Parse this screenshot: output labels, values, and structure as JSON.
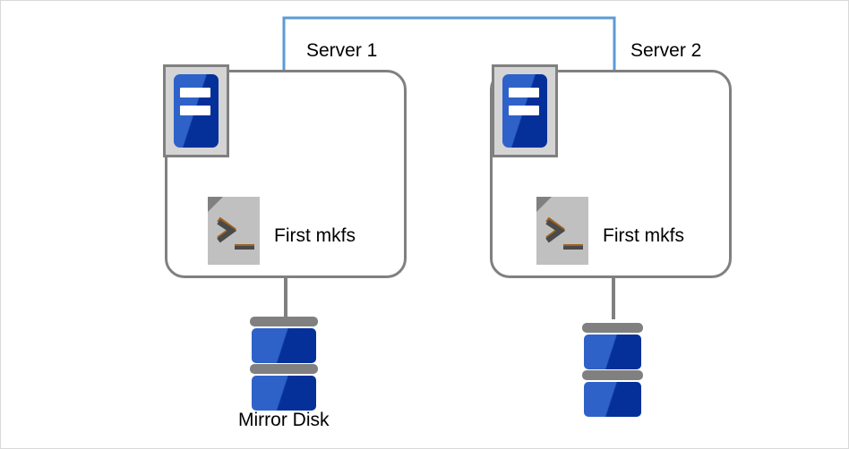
{
  "diagram": {
    "title": "Mirror disk two-server mkfs diagram",
    "background_color": "#ffffff",
    "border_color": "#d9d9d9"
  },
  "colors": {
    "interconnect": "#5B9BD5",
    "box_outline": "#808080",
    "icon_blue_light": "#2F62C8",
    "icon_blue_dark": "#05309A",
    "icon_tray": "#D4D4D4",
    "script_page": "#C0C0C0",
    "script_fold": "#808080",
    "script_glyph": "#4A4A4A",
    "script_glyph_accent": "#A0631E",
    "disk_platter": "#808080",
    "text": "#000000"
  },
  "interconnect": {
    "name": "interconnect-link",
    "description": "Blue bracket line joining Server 1 and Server 2"
  },
  "servers": [
    {
      "id": "server-1",
      "label": "Server 1",
      "icons": {
        "rack_icon": "server-rack-icon",
        "script_icon": "script-file-icon"
      },
      "content_label": "First mkfs",
      "disk": {
        "name": "mirror-disk-1",
        "caption": "Mirror Disk",
        "platters": 2
      }
    },
    {
      "id": "server-2",
      "label": "Server 2",
      "icons": {
        "rack_icon": "server-rack-icon",
        "script_icon": "script-file-icon"
      },
      "content_label": "First mkfs",
      "disk": {
        "name": "mirror-disk-2",
        "caption": "",
        "platters": 2
      }
    }
  ]
}
